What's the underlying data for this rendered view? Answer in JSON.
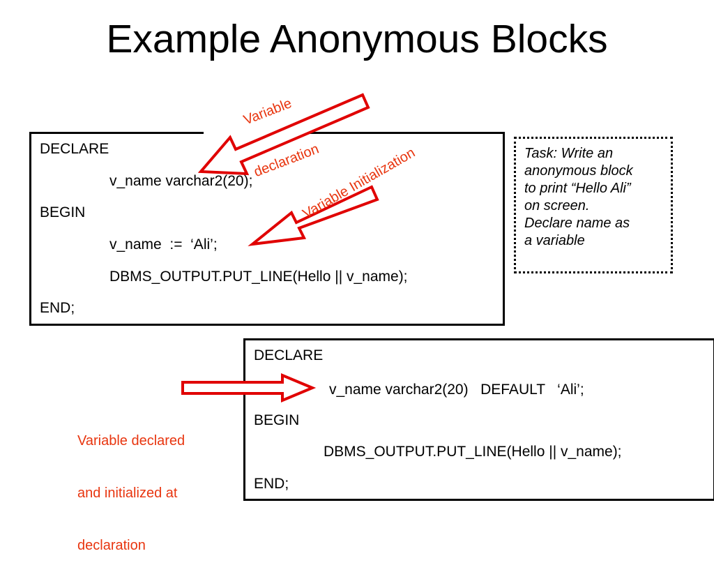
{
  "slide": {
    "title": "Example Anonymous Blocks"
  },
  "block1": {
    "lines": [
      "DECLARE",
      "v_name varchar2(20);",
      "BEGIN",
      "v_name  :=  ‘Ali’;",
      "DBMS_OUTPUT.PUT_LINE(Hello || v_name);",
      "END;"
    ]
  },
  "block2": {
    "lines": [
      "DECLARE",
      "v_name varchar2(20)   DEFAULT   ‘Ali’;",
      "BEGIN",
      "DBMS_OUTPUT.PUT_LINE(Hello || v_name);",
      "END;"
    ]
  },
  "annotations": {
    "declaration": [
      "Variable",
      "declaration"
    ],
    "initialization": "Variable Initialization",
    "declared_initialized": [
      "Variable declared",
      "and initialized at",
      "declaration"
    ]
  },
  "task": {
    "lines": [
      "Task: Write an",
      "anonymous block",
      "to print “Hello Ali”",
      "on screen.",
      "Declare name as",
      "a variable"
    ]
  },
  "colors": {
    "accent": "#e8350f",
    "arrow": "#e00000"
  }
}
